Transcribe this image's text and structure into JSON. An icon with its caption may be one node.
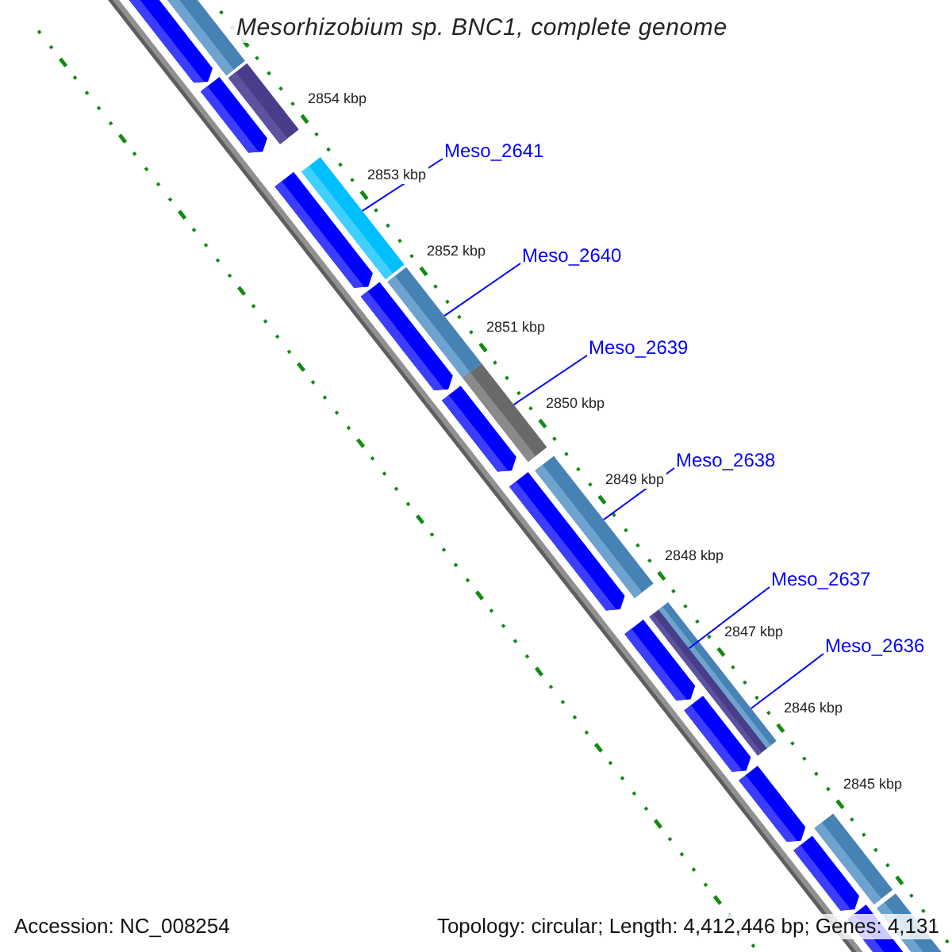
{
  "diagram": {
    "title": "Mesorhizobium sp. BNC1, complete genome",
    "nodes": [
      {
        "text": [
          "Meso_2641"
        ]
      },
      {
        "text": [
          "Meso_2640"
        ]
      },
      {
        "text": [
          "Meso_2639"
        ]
      },
      {
        "text": [
          "Meso_2638"
        ]
      },
      {
        "text": [
          "Meso_2637"
        ]
      },
      {
        "text": [
          "Meso_2636"
        ]
      },
      {
        "text": [],
        "shape": "bar"
      },
      {
        "text": [],
        "shape": "bar"
      },
      {
        "text": [],
        "shape": "bar"
      },
      {
        "text": [],
        "shape": "bar"
      },
      {
        "text": [],
        "shape": "bar"
      },
      {
        "text": [],
        "shape": "bar"
      }
    ],
    "edges": [
      {
        "from": 0,
        "to": 6,
        "arrow": "none"
      },
      {
        "from": 1,
        "to": 7,
        "arrow": "none"
      },
      {
        "from": 2,
        "to": 8,
        "arrow": "none"
      },
      {
        "from": 3,
        "to": 9,
        "arrow": "none"
      },
      {
        "from": 4,
        "to": 10,
        "arrow": "none"
      },
      {
        "from": 5,
        "to": 11,
        "arrow": "none"
      }
    ],
    "labels": [
      "2854 kbp",
      "2853 kbp",
      "2852 kbp",
      "2851 kbp",
      "2850 kbp",
      "2849 kbp",
      "2848 kbp",
      "2847 kbp",
      "2846 kbp",
      "2845 kbp",
      "Accession: NC_008254",
      "Topology: circular; Length: 4,412,446 bp; Genes: 4,131"
    ]
  }
}
